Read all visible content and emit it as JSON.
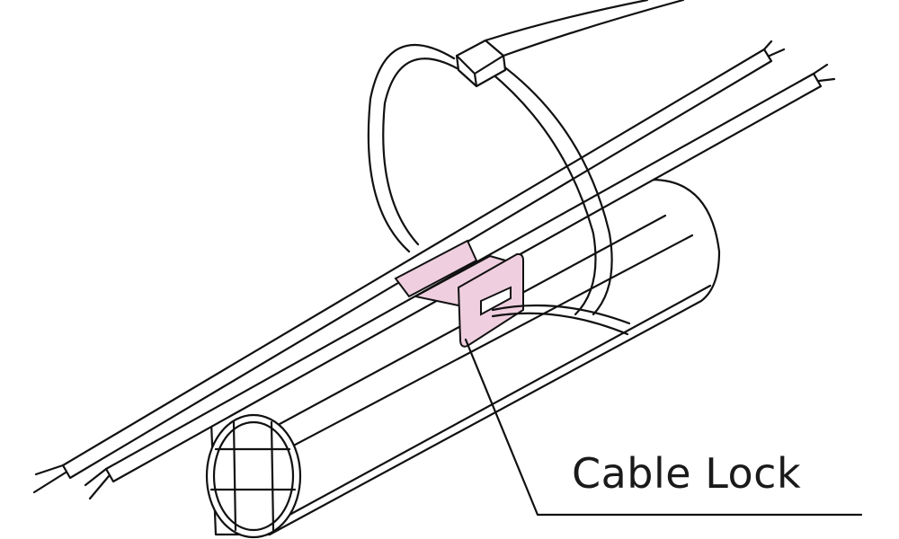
{
  "diagram": {
    "callout_label": "Cable Lock",
    "colors": {
      "cable_lock_fill": "#efcfdf",
      "line": "#111111",
      "background": "#ffffff"
    },
    "parts": [
      "tube",
      "cable-lock",
      "cable-tie",
      "cable-left",
      "cable-right"
    ]
  }
}
